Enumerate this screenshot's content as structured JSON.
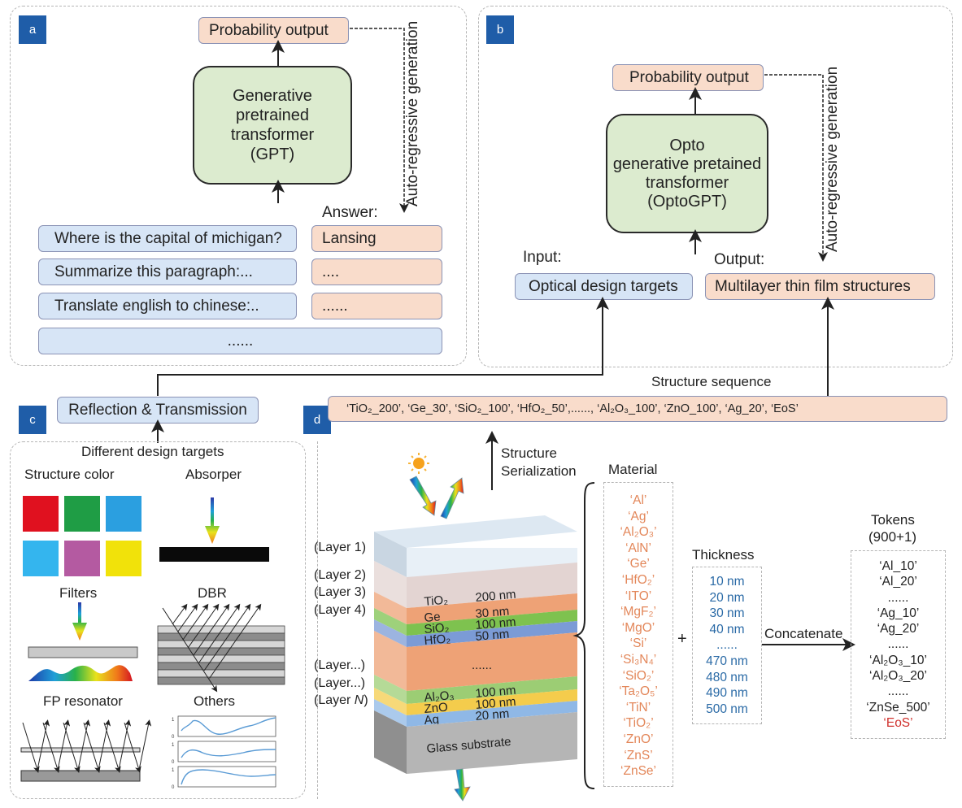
{
  "panel_a": {
    "tag": "a",
    "probability_output": "Probability output",
    "model_lines": [
      "Generative pretrained",
      "transformer",
      "(GPT)"
    ],
    "autoregressive_label": "Auto-regressive generation",
    "answer_label": "Answer:",
    "prompts": [
      {
        "question": "Where is the capital of michigan?",
        "answer": "Lansing"
      },
      {
        "question": "Summarize this paragraph:...",
        "answer": "...."
      },
      {
        "question": "Translate english to chinese:..",
        "answer": "......"
      }
    ],
    "more_row": "......"
  },
  "panel_b": {
    "tag": "b",
    "probability_output": "Probability output",
    "model_lines": [
      "Opto",
      "generative pretained",
      "transformer",
      "(OptoGPT)"
    ],
    "autoregressive_label": "Auto-regressive generation",
    "input_label": "Input:",
    "input_box": "Optical design targets",
    "output_label": "Output:",
    "output_box": "Multilayer thin film structures"
  },
  "panel_c": {
    "tag": "c",
    "top_box": "Reflection & Transmission",
    "subtitle": "Different design targets",
    "structure_color": {
      "title": "Structure color",
      "swatches": [
        "#e0111f",
        "#1f9d45",
        "#2b9fe0",
        "#34b5ee",
        "#b45aa1",
        "#f1e20a"
      ]
    },
    "absorber_title": "Absorper",
    "filters_title": "Filters",
    "dbr_title": "DBR",
    "fp_title": "FP resonator",
    "others_title": "Others",
    "others_axis": {
      "top": "1",
      "bottom": "0"
    }
  },
  "panel_d": {
    "tag": "d",
    "sequence_label": "Structure sequence",
    "sequence_text": "‘TiO₂_200’, ‘Ge_30’, ‘SiO₂_100’, ‘HfO₂_50’,......, ‘Al₂O₃_100’, ‘ZnO_100’, ‘Ag_20’, ‘EoS’",
    "serialization_label": [
      "Structure",
      "Serialization"
    ],
    "layer_labels": [
      "(Layer 1)",
      "(Layer 2)",
      "(Layer 3)",
      "(Layer 4)",
      "(Layer...)",
      "(Layer...)",
      "(Layer N)"
    ],
    "stack_layers": [
      {
        "material": "TiO₂",
        "thickness": "200 nm",
        "color": "#e3d4d2"
      },
      {
        "material": "Ge",
        "thickness": "30 nm",
        "color": "#eea276"
      },
      {
        "material": "SiO₂",
        "thickness": "100 nm",
        "color": "#7ec24f"
      },
      {
        "material": "HfO₂",
        "thickness": "50 nm",
        "color": "#7b9bd6"
      },
      {
        "material": "",
        "thickness": "",
        "color": "#eea276",
        "ellipsis": "......"
      },
      {
        "material": "Al₂O₃",
        "thickness": "100 nm",
        "color": "#9ccd74"
      },
      {
        "material": "ZnO",
        "thickness": "100 nm",
        "color": "#f4cc4c"
      },
      {
        "material": "Ag",
        "thickness": "20 nm",
        "color": "#8fb8e6"
      }
    ],
    "substrate": "Glass substrate",
    "material_title": "Material",
    "materials": [
      "‘Al’",
      "‘Ag’",
      "‘Al₂O₃’",
      "‘AlN’",
      "‘Ge’",
      "‘HfO₂’",
      "‘ITO’",
      "‘MgF₂’",
      "‘MgO’",
      "‘Si’",
      "‘Si₃N₄’",
      "‘SiO₂’",
      "‘Ta₂O₅’",
      "‘TiN’",
      "‘TiO₂’",
      "‘ZnO’",
      "‘ZnS’",
      "‘ZnSe’"
    ],
    "plus": "+",
    "thickness_title": "Thickness",
    "thicknesses": [
      "10 nm",
      "20 nm",
      "30 nm",
      "40 nm",
      "......",
      "470 nm",
      "480 nm",
      "490 nm",
      "500 nm"
    ],
    "concatenate_label": "Concatenate",
    "tokens_title": [
      "Tokens",
      "(900+1)"
    ],
    "tokens": [
      "‘Al_10’",
      "‘Al_20’",
      "......",
      "‘Ag_10’",
      "‘Ag_20’",
      "......",
      "‘Al₂O₃_10’",
      "‘Al₂O₃_20’",
      "......",
      "‘ZnSe_500’"
    ],
    "eos_token": "‘EoS’"
  }
}
